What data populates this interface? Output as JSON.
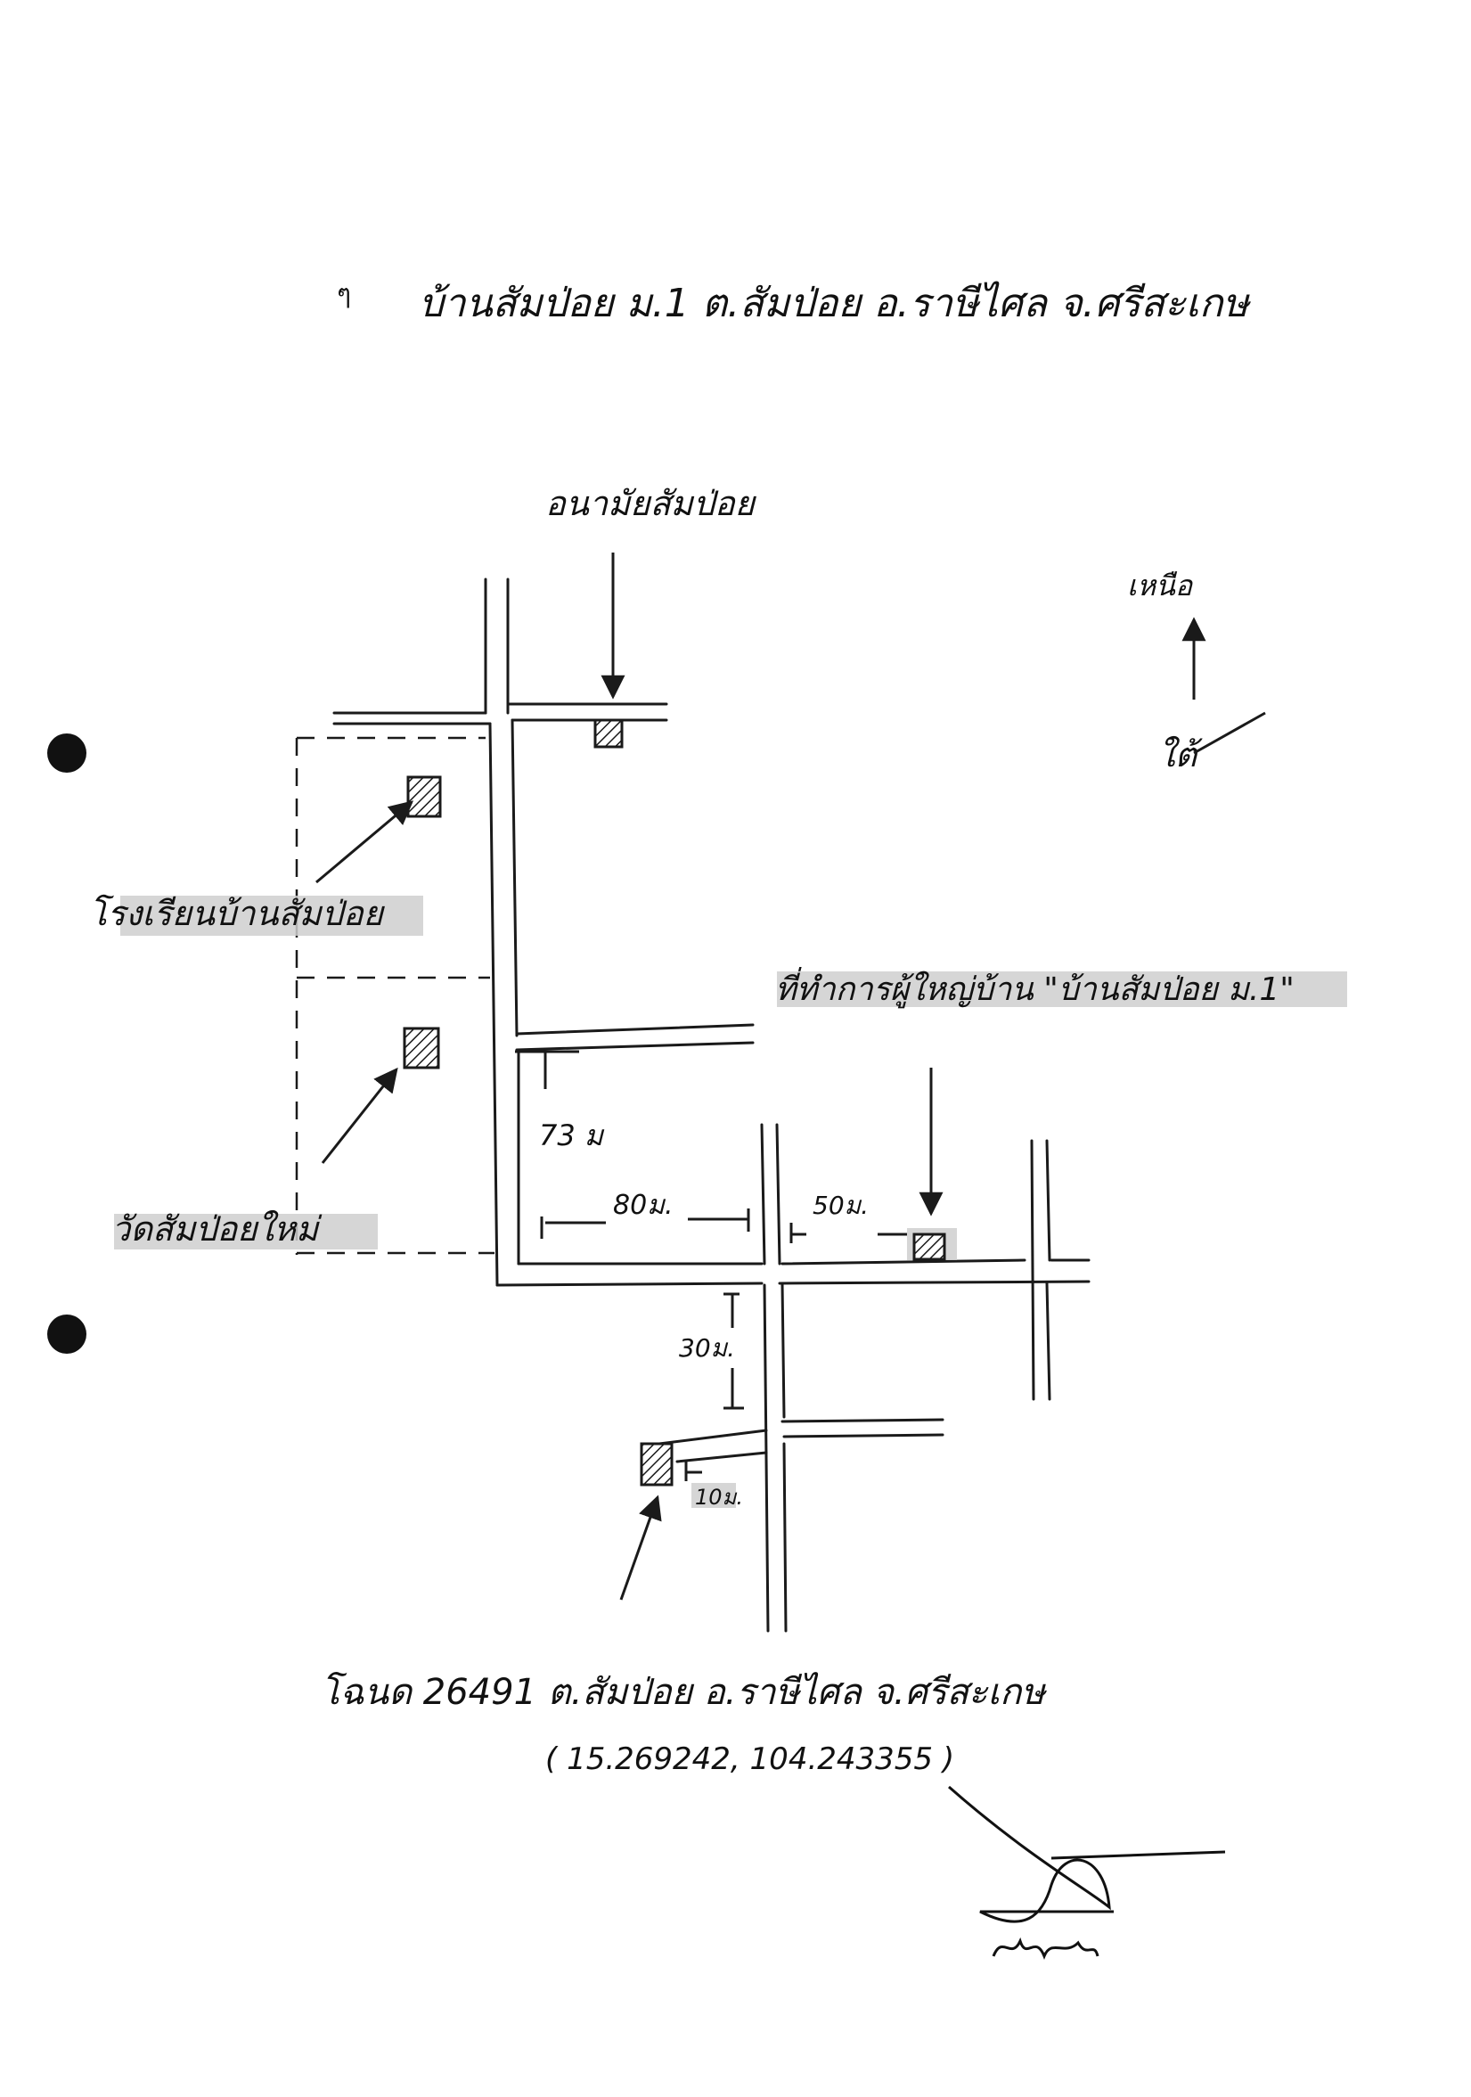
{
  "header": {
    "mark": "ๆ",
    "title": "บ้านสัมป่อย ม.1 ต.สัมป่อย อ.ราษีไศล จ.ศรีสะเกษ"
  },
  "compass": {
    "north_label": "เหนือ",
    "south_label": "ใต้"
  },
  "landmarks": {
    "health_station": "อนามัยสัมป่อย",
    "school": "โรงเรียนบ้านสัมป่อย",
    "temple": "วัดสัมป่อยใหม่",
    "new_office_site": "ที่ทำการผู้ใหญ่บ้าน \"บ้านสัมป่อย ม.1\""
  },
  "distances": {
    "d73": "73 ม",
    "d80": "80ม.",
    "d50": "50ม.",
    "d30": "30ม.",
    "d10": "10ม."
  },
  "footer": {
    "deed": "โฉนด 26491 ต.สัมป่อย อ.ราษีไศล จ.ศรีสะเกษ",
    "coordinates": "( 15.269242, 104.243355 )"
  },
  "colors": {
    "ink": "#1a1a1a",
    "highlight": "#cfcfcf",
    "paper": "#ffffff"
  }
}
